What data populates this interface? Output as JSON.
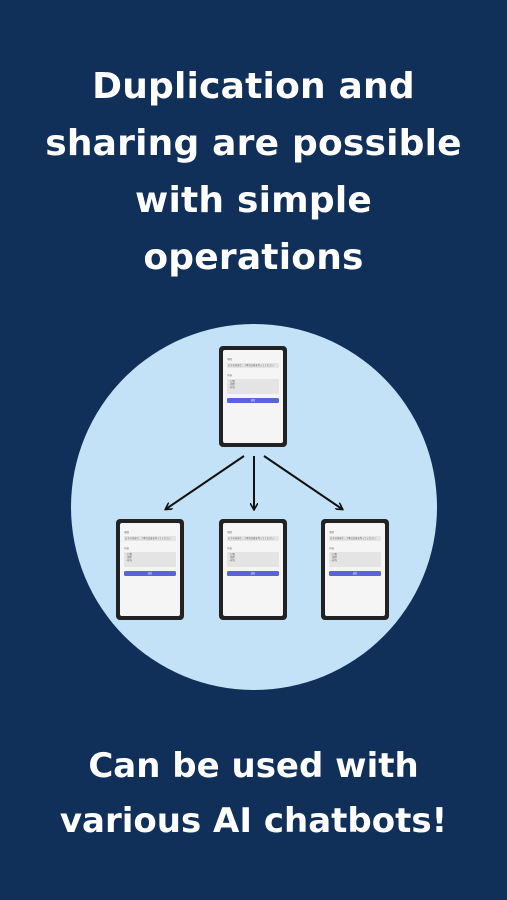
{
  "headline": {
    "line1": "Duplication and",
    "line2": "sharing are possible",
    "line3": "with simple",
    "line4": "operations"
  },
  "tagline": {
    "line1": "Can be used with",
    "line2": "various AI chatbots!"
  },
  "mockup_form": {
    "label_top": "項目",
    "input_text": "以下の内容で、丁寧な文章を作ってください",
    "label_mid": "内容",
    "area_text": "・日程\n・場所\n・担当",
    "button_label": "送信"
  },
  "colors": {
    "background": "#10305a",
    "circle": "#c4e2f7",
    "button": "#5a63d8"
  }
}
